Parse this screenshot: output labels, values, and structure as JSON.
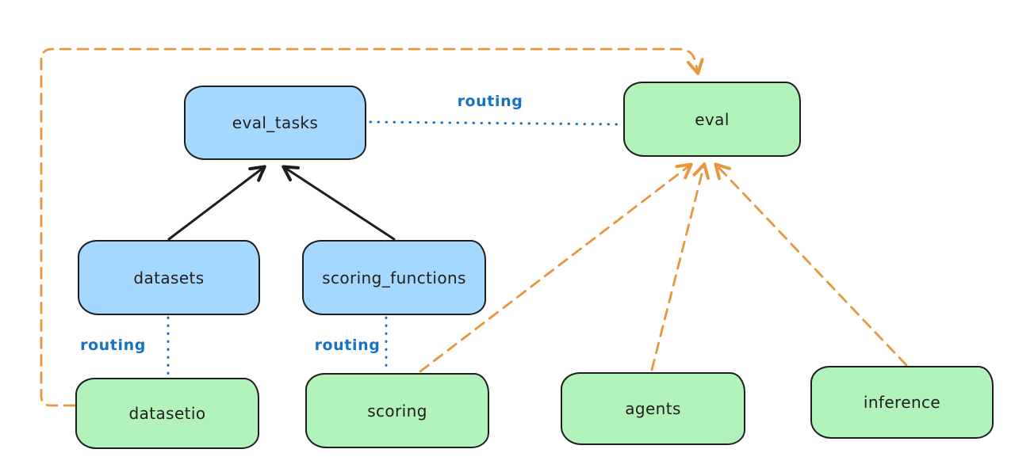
{
  "diagram": {
    "nodes": [
      {
        "id": "eval_tasks",
        "label": "eval_tasks",
        "fill": "#a5d8ff"
      },
      {
        "id": "eval",
        "label": "eval",
        "fill": "#b2f2bb"
      },
      {
        "id": "datasets",
        "label": "datasets",
        "fill": "#a5d8ff"
      },
      {
        "id": "scoring_functions",
        "label": "scoring_functions",
        "fill": "#a5d8ff"
      },
      {
        "id": "datasetio",
        "label": "datasetio",
        "fill": "#b2f2bb"
      },
      {
        "id": "scoring",
        "label": "scoring",
        "fill": "#b2f2bb"
      },
      {
        "id": "agents",
        "label": "agents",
        "fill": "#b2f2bb"
      },
      {
        "id": "inference",
        "label": "inference",
        "fill": "#b2f2bb"
      }
    ],
    "edges": [
      {
        "from": "eval_tasks",
        "to": "eval",
        "style": "dotted-blue",
        "label": "routing"
      },
      {
        "from": "datasets",
        "to": "datasetio",
        "style": "dotted-blue",
        "label": "routing"
      },
      {
        "from": "scoring_functions",
        "to": "scoring",
        "style": "dotted-blue",
        "label": "routing"
      },
      {
        "from": "datasets",
        "to": "eval_tasks",
        "style": "solid-black-arrow",
        "label": ""
      },
      {
        "from": "scoring_functions",
        "to": "eval_tasks",
        "style": "solid-black-arrow",
        "label": ""
      },
      {
        "from": "datasetio",
        "to": "eval",
        "style": "dashed-orange-arrow",
        "label": ""
      },
      {
        "from": "scoring",
        "to": "eval",
        "style": "dashed-orange-arrow",
        "label": ""
      },
      {
        "from": "agents",
        "to": "eval",
        "style": "dashed-orange-arrow",
        "label": ""
      },
      {
        "from": "inference",
        "to": "eval",
        "style": "dashed-orange-arrow",
        "label": ""
      }
    ],
    "colors": {
      "background": "#ffffff",
      "node_stroke": "#1e1e1e",
      "blue_fill": "#a5d8ff",
      "green_fill": "#b2f2bb",
      "routing_blue": "#1971c2",
      "orange_dash": "#e8963c",
      "black_arrow": "#1e1e1e"
    }
  }
}
